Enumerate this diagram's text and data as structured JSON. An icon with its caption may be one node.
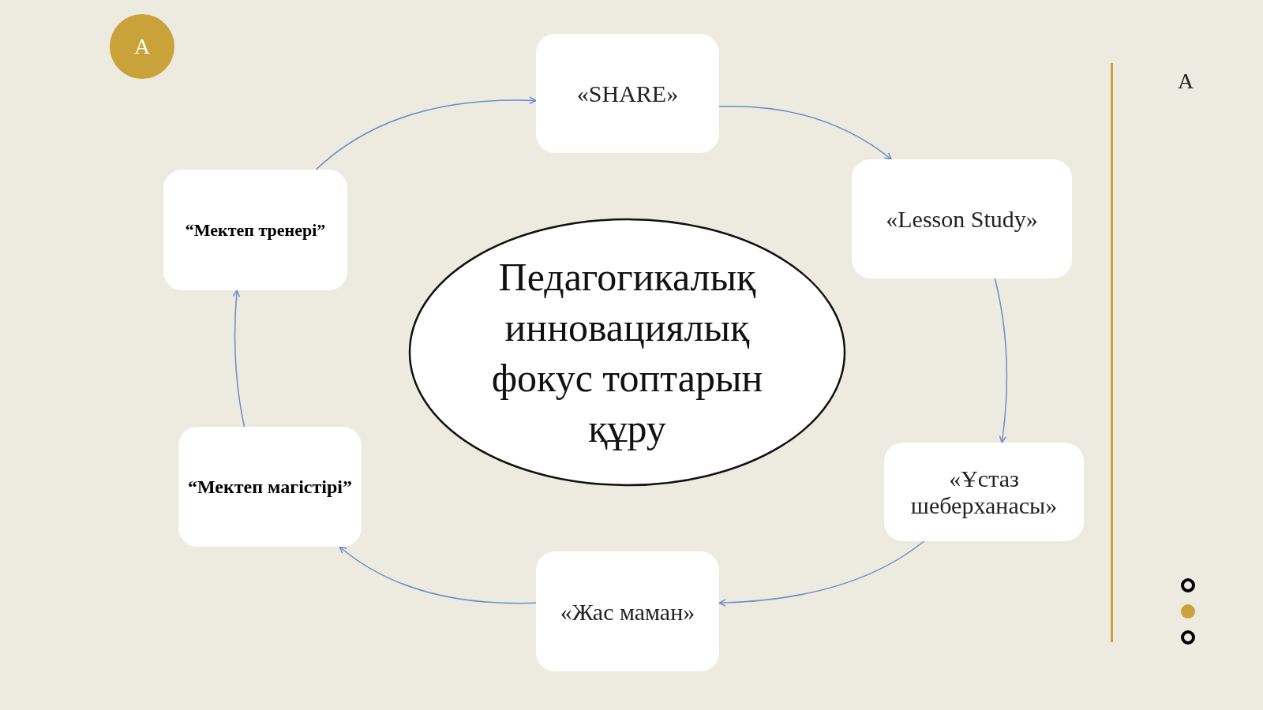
{
  "diagram": {
    "nodes": [
      {
        "text": [
          "A"
        ]
      },
      {
        "text": [
          "«SHARE»"
        ]
      },
      {
        "text": [
          "«Lesson Study»"
        ]
      },
      {
        "text": [
          "«Ұстаз шеберханасы»"
        ]
      },
      {
        "text": [
          "«Жас маман»"
        ]
      },
      {
        "text": [
          "“Мектеп магістірі”"
        ]
      },
      {
        "text": [
          "“Мектеп тренері”"
        ]
      },
      {
        "text": [
          "Педагогикалық инновациялық фокус топтарын құру"
        ]
      }
    ],
    "edges": [
      {
        "from": 6,
        "to": 1,
        "arrow": "to"
      },
      {
        "from": 1,
        "to": 2,
        "arrow": "to"
      },
      {
        "from": 2,
        "to": 3,
        "arrow": "to"
      },
      {
        "from": 3,
        "to": 4,
        "arrow": "to"
      },
      {
        "from": 4,
        "to": 5,
        "arrow": "to"
      },
      {
        "from": 5,
        "to": 6,
        "arrow": "to"
      }
    ],
    "labels": [
      "A"
    ]
  }
}
